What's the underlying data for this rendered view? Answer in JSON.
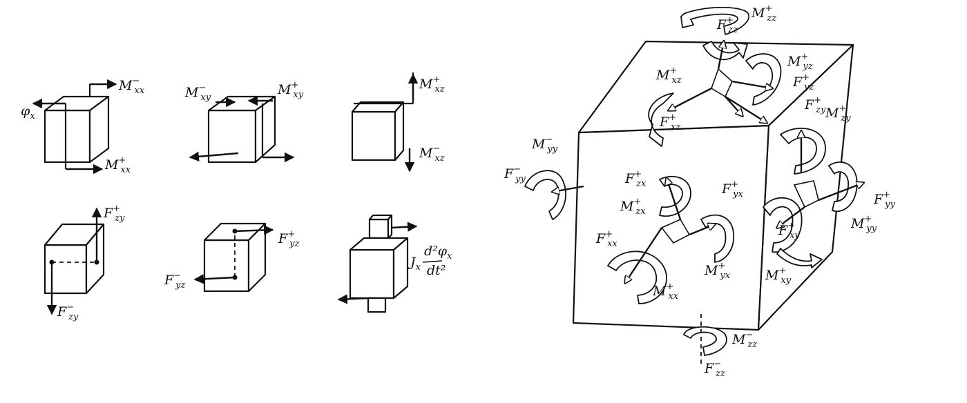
{
  "labels": {
    "phi_x": {
      "base": "φ",
      "sub": "x",
      "sup": ""
    },
    "Mxx_minus": {
      "base": "M",
      "sub": "xx",
      "sup": "−"
    },
    "Mxx_plus": {
      "base": "M",
      "sub": "xx",
      "sup": "+"
    },
    "Mxy_minus": {
      "base": "M",
      "sub": "xy",
      "sup": "−"
    },
    "Mxy_plus": {
      "base": "M",
      "sub": "xy",
      "sup": "+"
    },
    "Mxz_plus": {
      "base": "M",
      "sub": "xz",
      "sup": "+"
    },
    "Mxz_minus": {
      "base": "M",
      "sub": "xz",
      "sup": "−"
    },
    "Fzy_plus": {
      "base": "F",
      "sub": "zy",
      "sup": "+"
    },
    "Fzy_minus": {
      "base": "F",
      "sub": "zy",
      "sup": "−"
    },
    "Fyz_plus": {
      "base": "F",
      "sub": "yz",
      "sup": "+"
    },
    "Fyz_minus": {
      "base": "F",
      "sub": "yz",
      "sup": "−"
    },
    "inertia": {
      "J": "J",
      "Jsub": "x",
      "num": "d²φ",
      "numsub": "x",
      "den": "dt²"
    },
    "big_Mzz_plus": {
      "base": "M",
      "sub": "zz",
      "sup": "+"
    },
    "big_Fzz_plus": {
      "base": "F",
      "sub": "zz",
      "sup": "+"
    },
    "big_Myz_plus": {
      "base": "M",
      "sub": "yz",
      "sup": "+"
    },
    "big_Fyz_plus": {
      "base": "F",
      "sub": "yz",
      "sup": "+"
    },
    "big_Mxz_plus": {
      "base": "M",
      "sub": "xz",
      "sup": "+"
    },
    "big_Fxz_plus": {
      "base": "F",
      "sub": "xz",
      "sup": "+"
    },
    "big_Fzy_plus": {
      "base": "F",
      "sub": "zy",
      "sup": "+"
    },
    "big_Mzy_plus": {
      "base": "M",
      "sub": "zy",
      "sup": "+"
    },
    "big_Myy_minus": {
      "base": "M",
      "sub": "yy",
      "sup": "−"
    },
    "big_Fyy_minus": {
      "base": "F",
      "sub": "yy",
      "sup": "−"
    },
    "big_Fzx_plus": {
      "base": "F",
      "sub": "zx",
      "sup": "+"
    },
    "big_Mzx_plus": {
      "base": "M",
      "sub": "zx",
      "sup": "+"
    },
    "big_Fyx_plus": {
      "base": "F",
      "sub": "yx",
      "sup": "+"
    },
    "big_Fxx_plus": {
      "base": "F",
      "sub": "xx",
      "sup": "+"
    },
    "big_Mxx_plus": {
      "base": "M",
      "sub": "xx",
      "sup": "+"
    },
    "big_Myx_plus": {
      "base": "M",
      "sub": "yx",
      "sup": "+"
    },
    "big_Fxy_plus": {
      "base": "F",
      "sub": "xy",
      "sup": "+"
    },
    "big_Fyy_plus": {
      "base": "F",
      "sub": "yy",
      "sup": "+"
    },
    "big_Myy_plus": {
      "base": "M",
      "sub": "yy",
      "sup": "+"
    },
    "big_Mxy_plus": {
      "base": "M",
      "sub": "xy",
      "sup": "+"
    },
    "big_Mzz_minus": {
      "base": "M",
      "sub": "zz",
      "sup": "−"
    },
    "big_Fzz_minus": {
      "base": "F",
      "sub": "zz",
      "sup": "−"
    }
  }
}
